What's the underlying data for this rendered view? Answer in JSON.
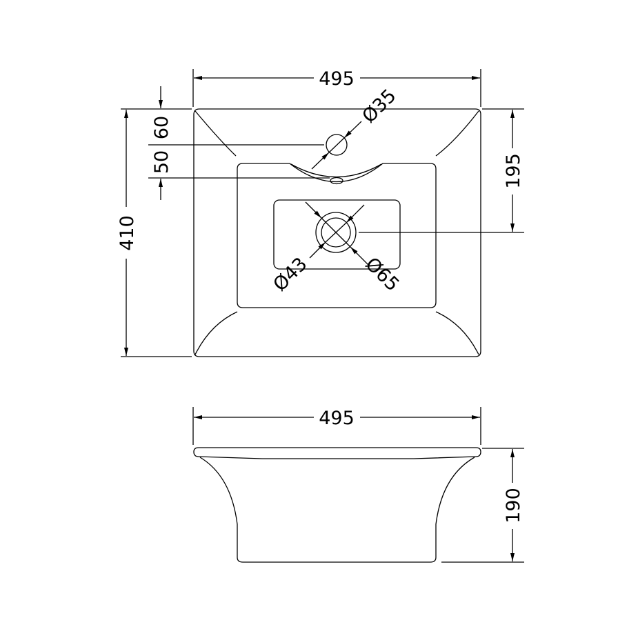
{
  "top_view": {
    "width_label": "495",
    "depth_label": "410",
    "tap_offset_label": "60",
    "overflow_offset_label": "50",
    "waste_offset_label": "195",
    "tap_hole_label": "Ø35",
    "waste_inner_label": "Ø43",
    "waste_outer_label": "Ø65"
  },
  "side_view": {
    "width_label": "495",
    "height_label": "190"
  },
  "colors": {
    "line": "#000000",
    "background": "#ffffff"
  }
}
